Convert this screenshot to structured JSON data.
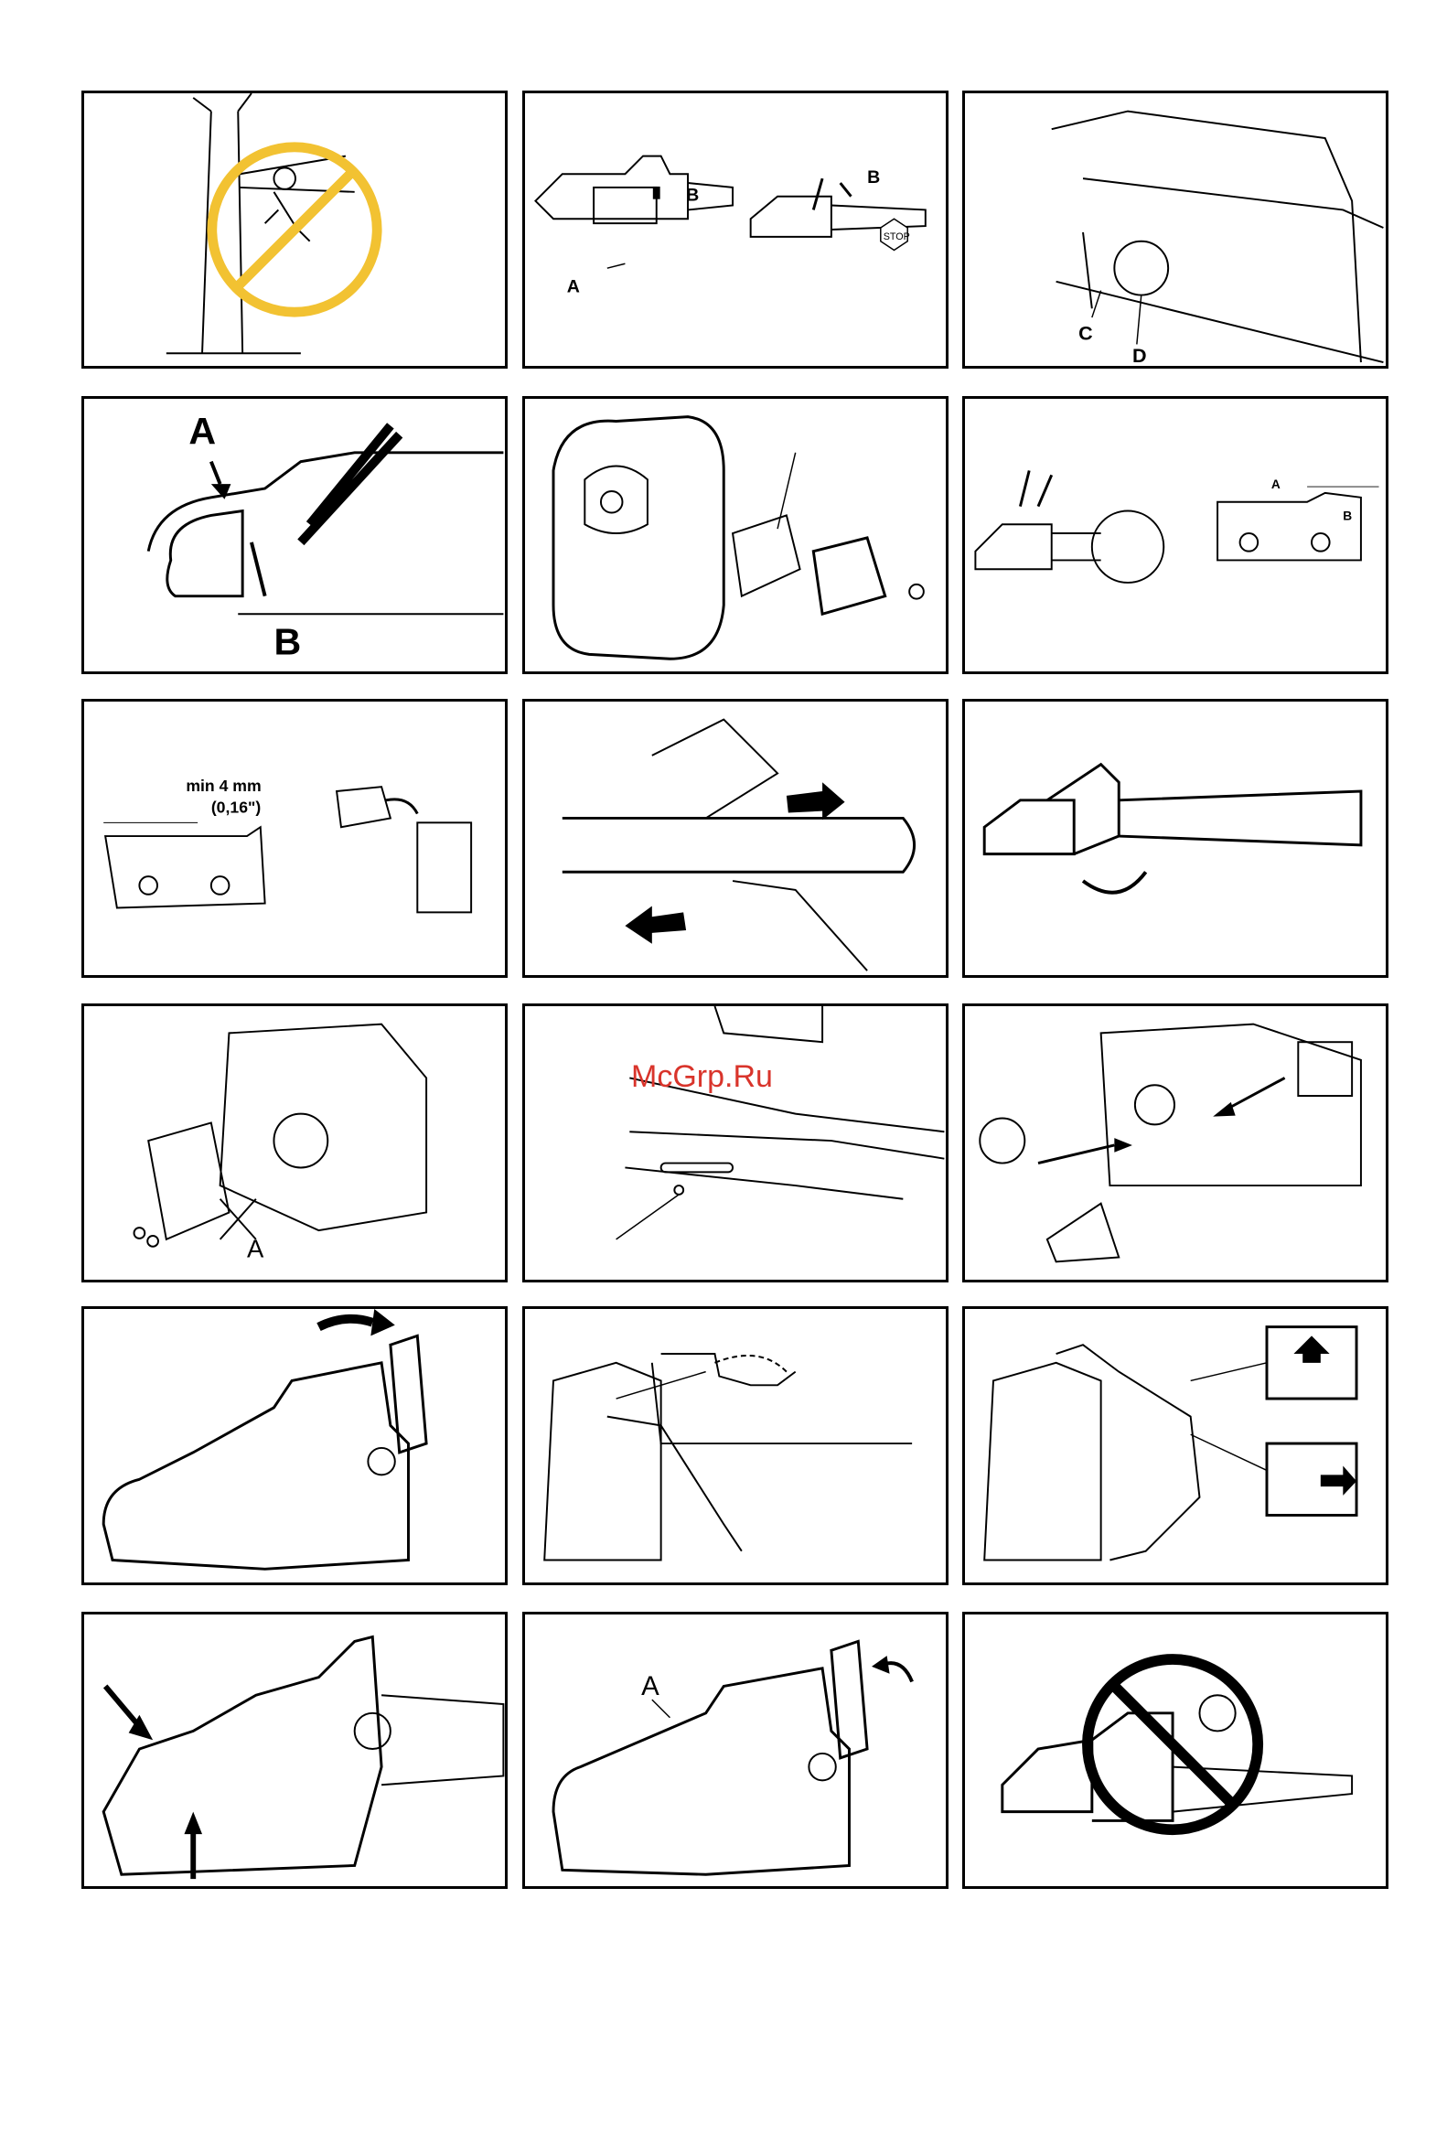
{
  "watermark": "McGrp.Ru",
  "panels": {
    "p2": {
      "label_b": "B",
      "label_a": "A",
      "label_b2": "B",
      "stop": "STOP"
    },
    "p3": {
      "label_c": "C",
      "label_d": "D"
    },
    "p4": {
      "label_a": "A",
      "label_b": "B"
    },
    "p6": {
      "label_a": "A",
      "label_b": "B"
    },
    "p7": {
      "min": "min 4 mm",
      "inch": "(0,16\")"
    },
    "p10": {
      "label_a": "A"
    },
    "p17": {
      "label_a": "A"
    }
  }
}
